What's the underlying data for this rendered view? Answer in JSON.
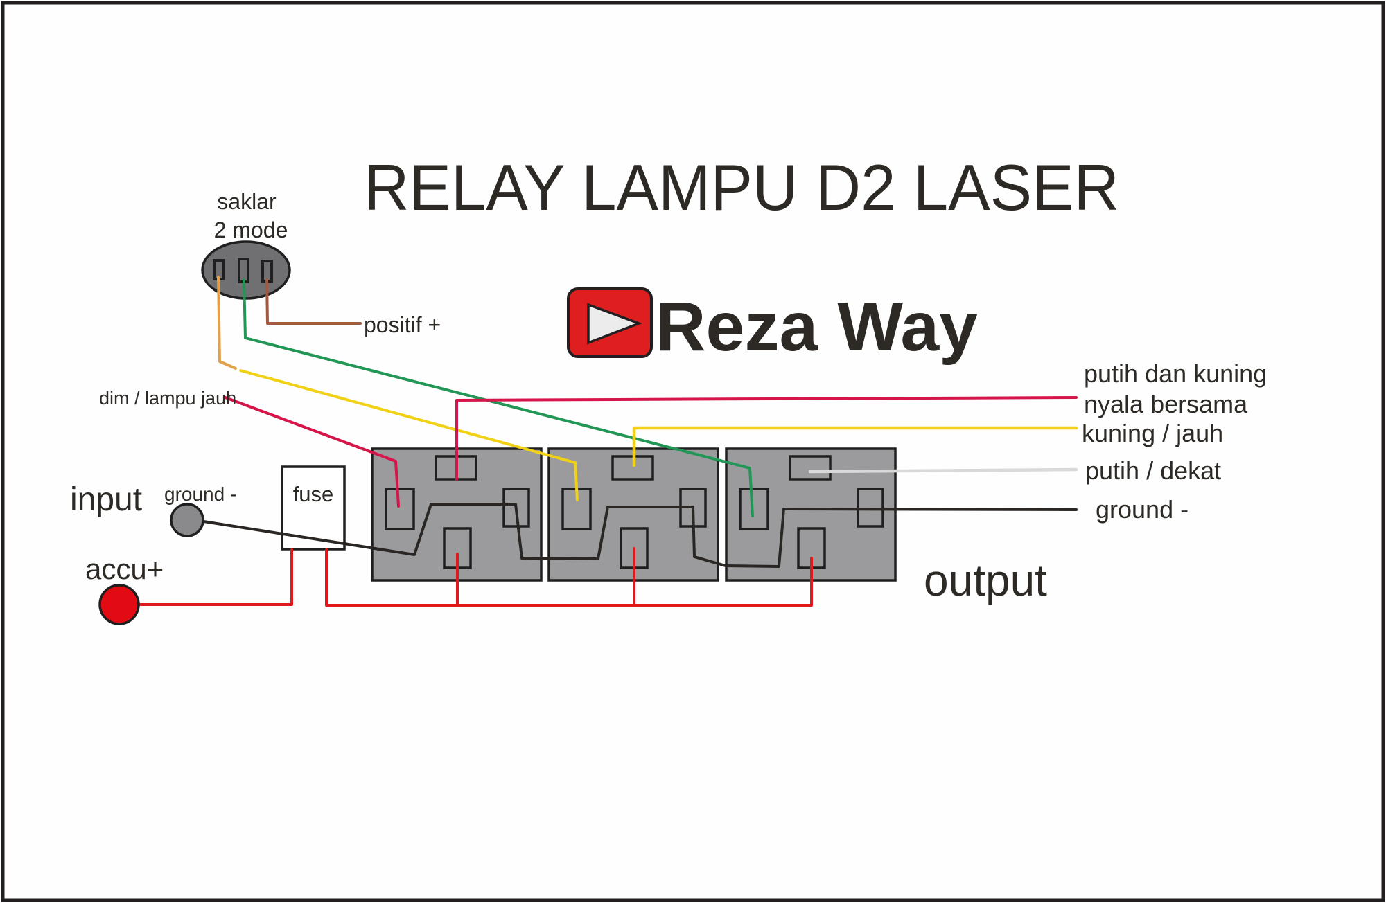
{
  "title": "RELAY LAMPU D2 LASER",
  "logo": {
    "text": "Reza Way",
    "play_icon": "play-triangle"
  },
  "switch": {
    "label_line1": "saklar",
    "label_line2": "2 mode"
  },
  "labels": {
    "positif": "positif +",
    "dim": "dim / lampu jauh",
    "input": "input",
    "ground_left": "ground -",
    "accu": "accu+",
    "fuse": "fuse",
    "output": "output"
  },
  "legend": [
    {
      "text": "putih dan kuning",
      "wire": "none"
    },
    {
      "text": "nyala bersama",
      "wire": "crimson"
    },
    {
      "text": "kuning / jauh",
      "wire": "yellow"
    },
    {
      "text": "putih / dekat",
      "wire": "white"
    },
    {
      "text": "ground -",
      "wire": "black"
    }
  ],
  "wires": [
    {
      "name": "switch-pin1-wire",
      "color_key": "orange"
    },
    {
      "name": "switch-pin2-wire-to-relay3",
      "color_key": "green"
    },
    {
      "name": "switch-pin3-wire-positif",
      "color_key": "brown"
    },
    {
      "name": "dim-wire-to-relay1",
      "color_key": "crimson"
    },
    {
      "name": "relay1-top-to-nyala-bersama",
      "color_key": "crimson"
    },
    {
      "name": "relay2-top-to-kuning-jauh",
      "color_key": "yellow"
    },
    {
      "name": "relay3-top-to-putih-dekat",
      "color_key": "white_wire"
    },
    {
      "name": "ground-bus",
      "color_key": "black_wire"
    },
    {
      "name": "accu-to-fuse-to-relays",
      "color_key": "red_power"
    }
  ],
  "colors": {
    "frame": "#231f20",
    "text": "#2d2a26",
    "crimson": "#d6164a",
    "red_power": "#e01a1a",
    "accu_red": "#e30b13",
    "yellow": "#f0d116",
    "orange": "#e2a14b",
    "green": "#219655",
    "brown": "#a05a3e",
    "white_wire": "#d9d9d9",
    "black_wire": "#2a2624",
    "relay_fill": "#9b9b9e",
    "relay_stroke": "#1f1f1f",
    "switch_fill": "#707073",
    "ground_fill": "#8a8a8c",
    "fuse_text": "#dc1f26",
    "logo_red": "#df1f1f",
    "logo_triangle": "#ececec"
  }
}
